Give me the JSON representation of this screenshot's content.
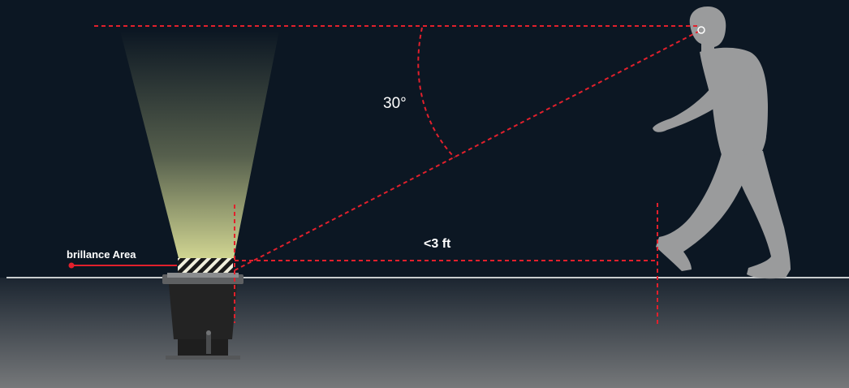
{
  "labels": {
    "angle": "30°",
    "distance": "<3 ft",
    "brilliance_area": "brillance Area"
  },
  "colors": {
    "background": "#0c1723",
    "ground_top": "#1b2530",
    "ground_bottom": "#76787a",
    "horizon_line": "#c9ccce",
    "guide_line": "#e2202c",
    "person": "#9a9b9c",
    "fixture_body": "#262626",
    "fixture_rim": "#6a6c6e",
    "light_beam": "#dfe59a",
    "text": "#ffffff"
  },
  "icons": {
    "person": "walking-person-icon",
    "fixture": "inground-uplight-icon"
  }
}
